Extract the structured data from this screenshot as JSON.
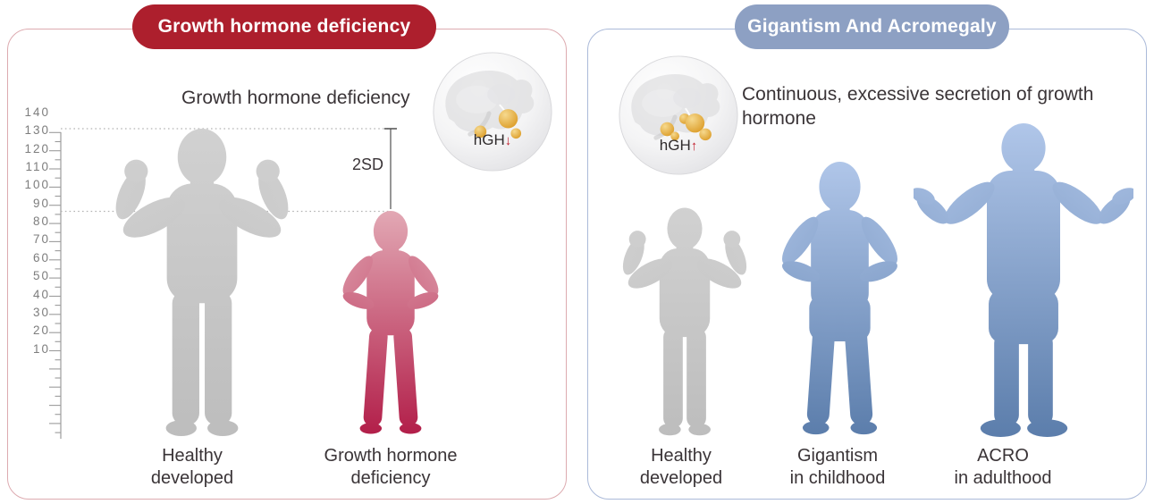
{
  "left_panel": {
    "badge": "Growth hormone deficiency",
    "heading": "Growth hormone deficiency",
    "brain_icon": {
      "hormone_label": "hGH",
      "arrow": "↓"
    },
    "scale_labels": [
      "140",
      "130",
      "120",
      "110",
      "100",
      "90",
      "80",
      "70",
      "60",
      "50",
      "40",
      "30",
      "20",
      "10"
    ],
    "annotation": "2SD",
    "figures": [
      {
        "id": "healthy-child",
        "label_line1": "Healthy",
        "label_line2": "developed"
      },
      {
        "id": "ghd-child",
        "label_line1": "Growth hormone",
        "label_line2": "deficiency"
      }
    ]
  },
  "right_panel": {
    "badge": "Gigantism And Acromegaly",
    "description": "Continuous, excessive secretion of growth hormone",
    "brain_icon": {
      "hormone_label": "hGH",
      "arrow": "↑"
    },
    "figures": [
      {
        "id": "healthy-child",
        "label_line1": "Healthy",
        "label_line2": "developed"
      },
      {
        "id": "gigantism-child",
        "label_line1": "Gigantism",
        "label_line2": "in childhood"
      },
      {
        "id": "acro-adult",
        "label_line1": "ACRO",
        "label_line2": "in adulthood"
      }
    ]
  },
  "theme": {
    "badge_red_bg": "#ad1f2d",
    "badge_blue_bg": "#8da0c3",
    "panel_red_border": "#ddabb0",
    "panel_blue_border": "#abbad9",
    "text_dark": "#3a3437",
    "scale_text": "#7d7d7d",
    "ruler_line": "#9c9c9c",
    "dotted_line": "#b3b3b3",
    "measure_line": "#4f4f4f",
    "arrow_red": "#c2202e",
    "gold_dot_light": "#f6d98e",
    "gold_dot_dark": "#dd9f2c",
    "gray_top": "#d1d1d1",
    "gray_bottom": "#bdbdbd",
    "red_top": "#e2a8b4",
    "red_bottom": "#b21e49",
    "blue_top": "#b0c6e9",
    "blue_bottom": "#5b7dab"
  }
}
